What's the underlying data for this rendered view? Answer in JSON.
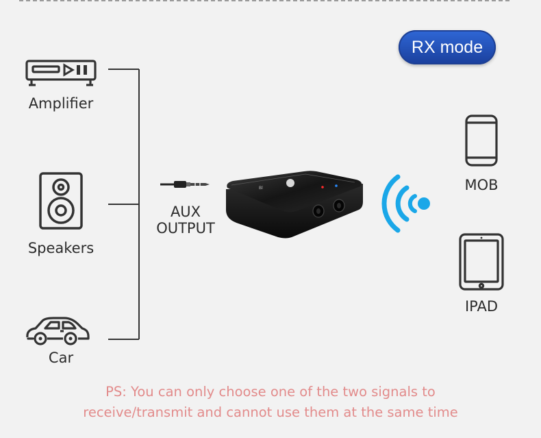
{
  "mode_badge": "RX mode",
  "left_devices": [
    {
      "label": "Amplifier",
      "icon": "amplifier-icon"
    },
    {
      "label": "Speakers",
      "icon": "speaker-icon"
    },
    {
      "label": "Car",
      "icon": "car-icon"
    }
  ],
  "aux": {
    "line1": "AUX",
    "line2": "OUTPUT"
  },
  "right_devices": [
    {
      "label": "MOB",
      "icon": "phone-icon"
    },
    {
      "label": "IPAD",
      "icon": "tablet-icon"
    }
  ],
  "note": {
    "line1": "PS: You can only choose one of the two signals to",
    "line2": "receive/transmit and cannot use them at the same time"
  },
  "colors": {
    "badge": "#2453c2",
    "note_text": "#e28b8b",
    "wireless_signal": "#1aa7e8",
    "icon_stroke": "#333333"
  }
}
